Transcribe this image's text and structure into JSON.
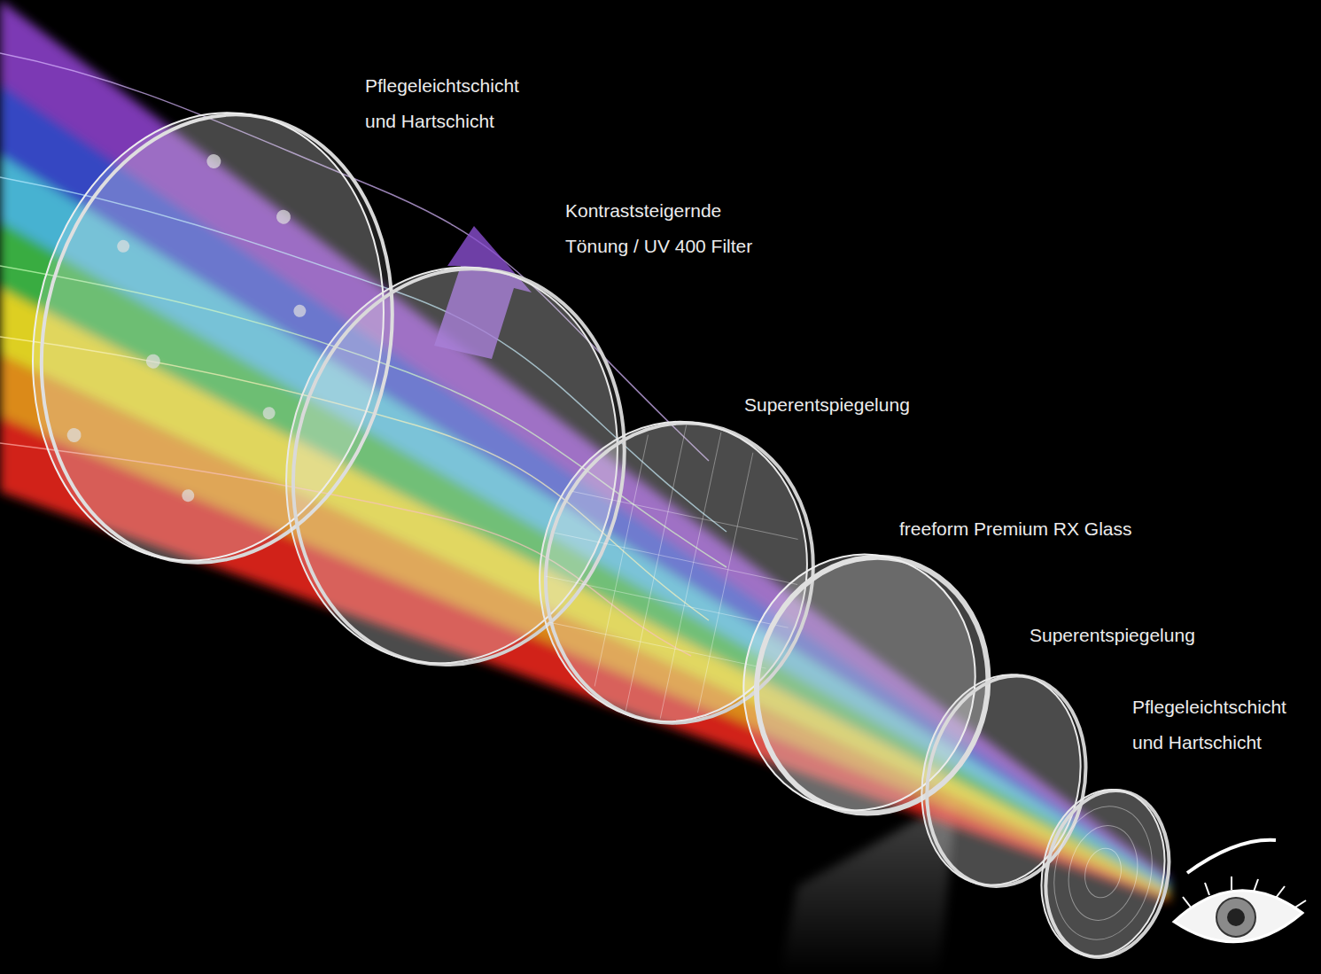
{
  "diagram": {
    "labels": [
      "Pflegeleichtschicht und Hartschicht",
      "Kontraststeigernde Tönung / UV 400 Filter",
      "Superentspiegelung",
      "freeform Premium RX Glass",
      "Superentspiegelung",
      "Pflegeleichtschicht und Hartschicht"
    ]
  }
}
